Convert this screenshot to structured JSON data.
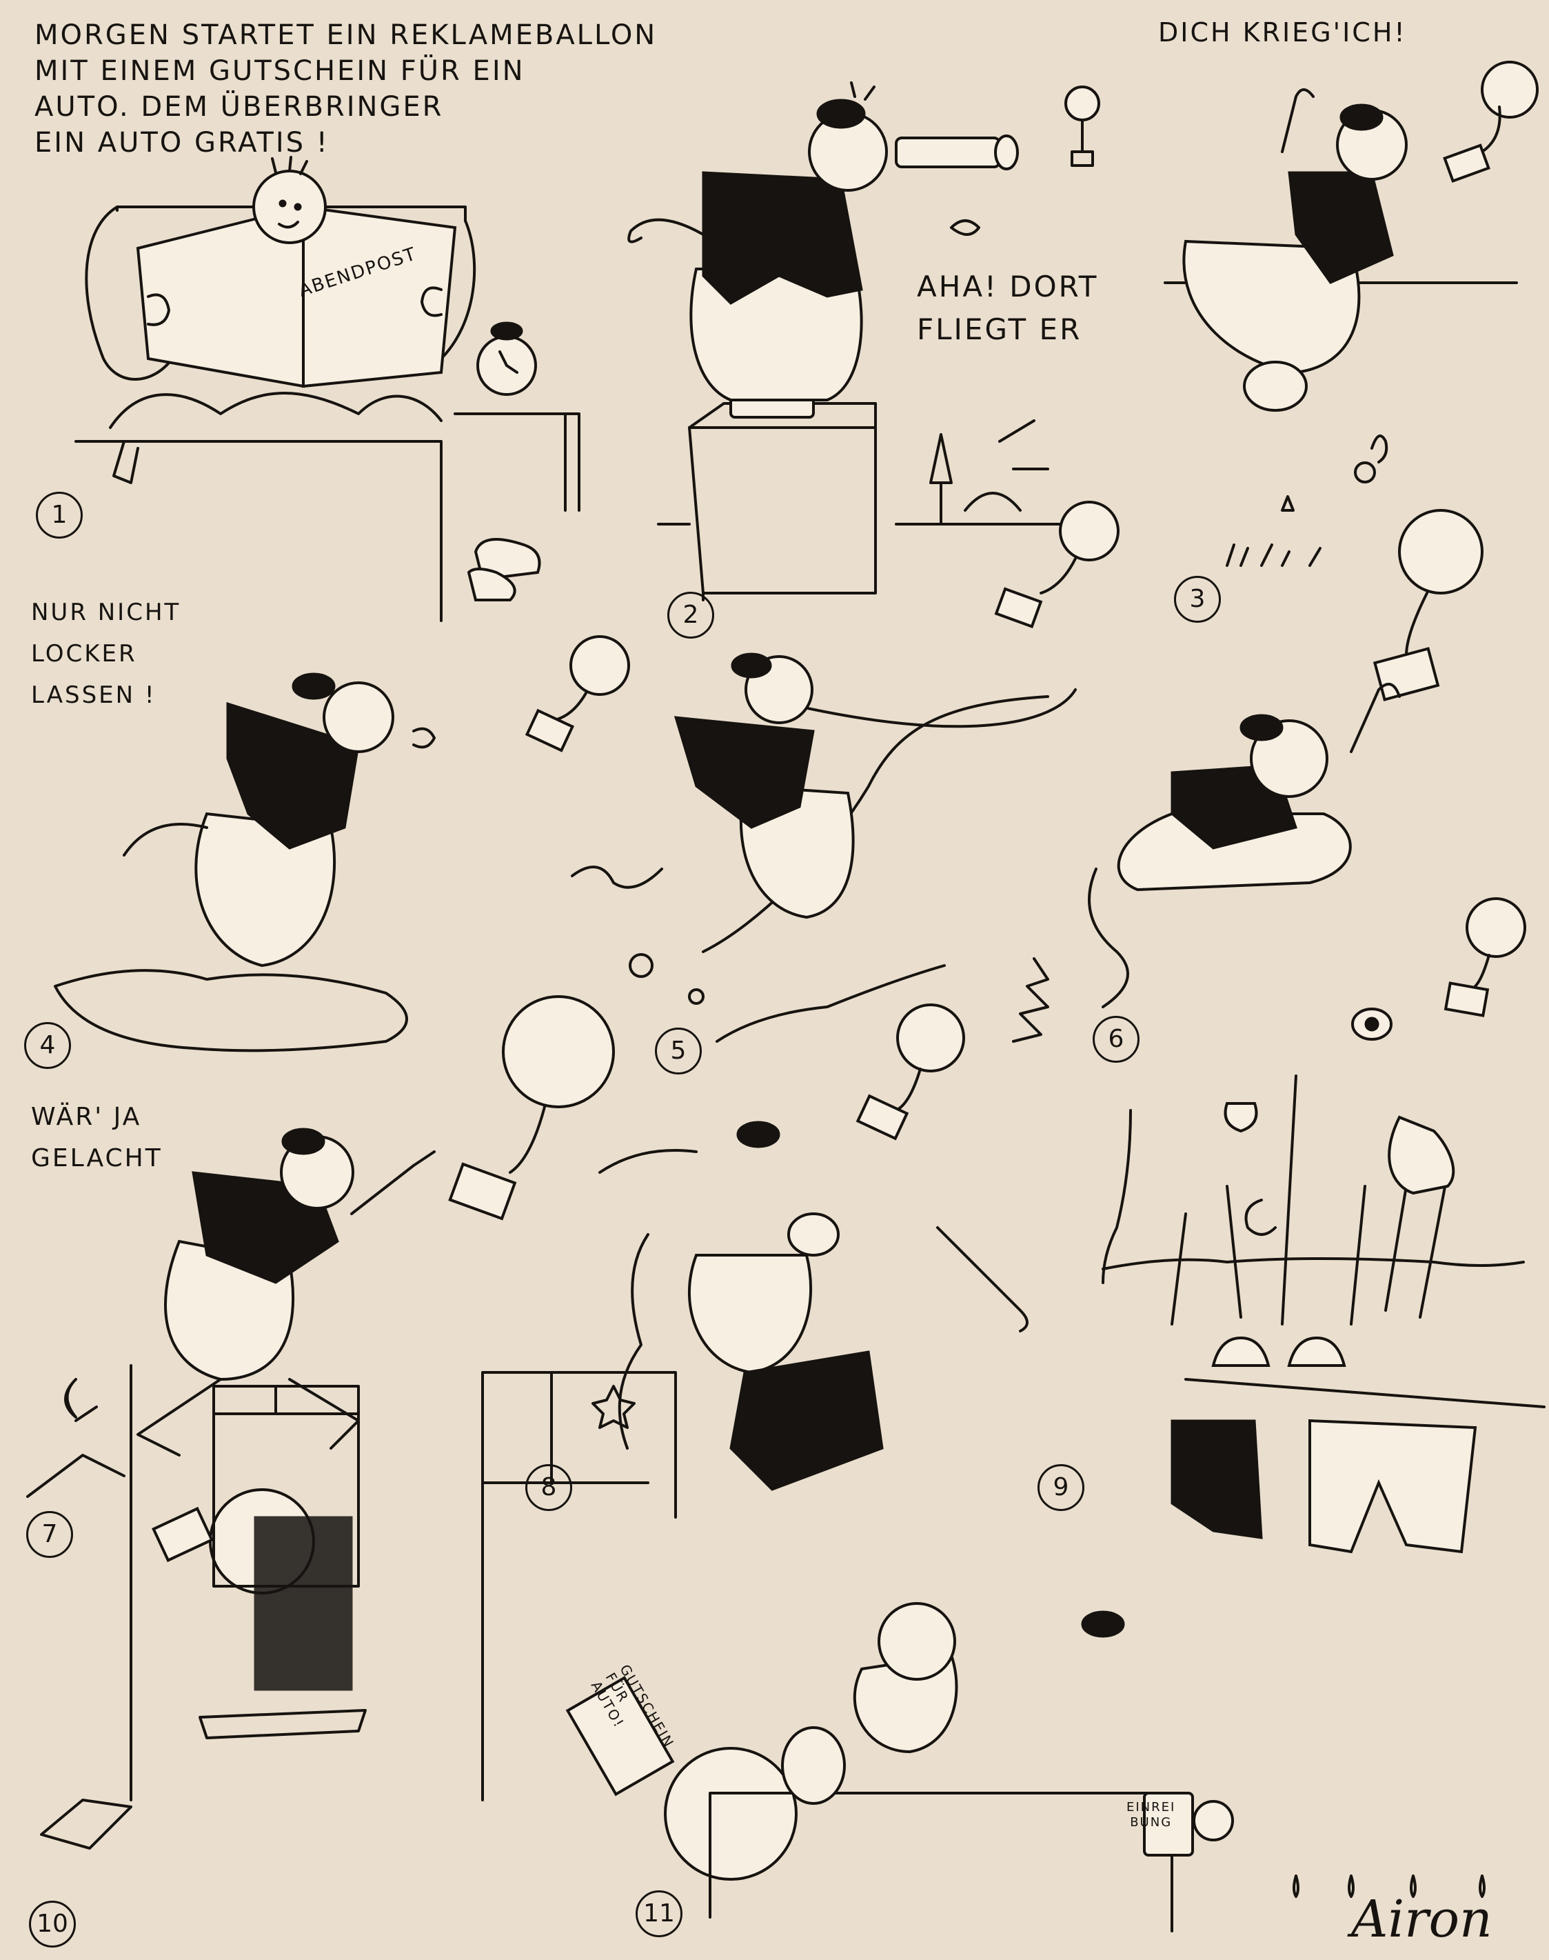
{
  "captions": {
    "p1": "MORGEN STARTET EIN REKLAMEBALLON\nMIT EINEM GUTSCHEIN FÜR EIN\nAUTO. DEM ÜBERBRINGER\nEIN AUTO          GRATIS !",
    "p1_newspaper": "ABENDPOST",
    "p2": "AHA! DORT\nFLIEGT ER",
    "p3": "DICH KRIEG'ICH!",
    "p4": "NUR NICHT\nLOCKER\nLASSEN !",
    "p7": "WÄR' JA\nGELACHT",
    "p11_sign": "GUTSCHEIN\nFÜR\nAUTO!",
    "p11_bottle": "EINREI\nBUNG"
  },
  "panel_numbers": [
    "1",
    "2",
    "3",
    "4",
    "5",
    "6",
    "7",
    "8",
    "9",
    "10",
    "11"
  ],
  "signature": "Airon",
  "colors": {
    "paper": "#eadfce",
    "ink": "#161310"
  }
}
